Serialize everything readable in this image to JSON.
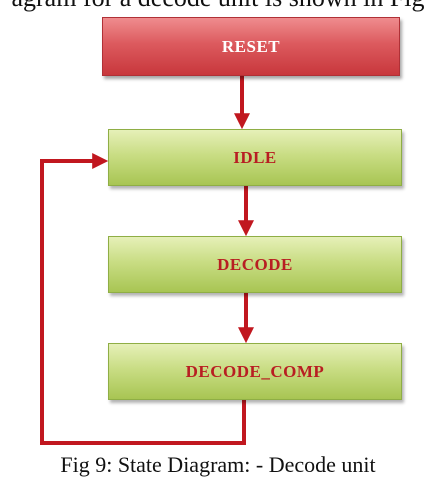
{
  "header": {
    "text": "agram for a decode unit is shown in Fig"
  },
  "states": {
    "reset": "RESET",
    "idle": "IDLE",
    "decode": "DECODE",
    "decode_comp": "DECODE_COMP"
  },
  "caption": "Fig 9: State Diagram: - Decode unit",
  "colors": {
    "arrow": "#c1171f",
    "reset_fill": "#dc5a5e",
    "state_fill": "#c9dd84",
    "state_text": "#b81e22"
  }
}
